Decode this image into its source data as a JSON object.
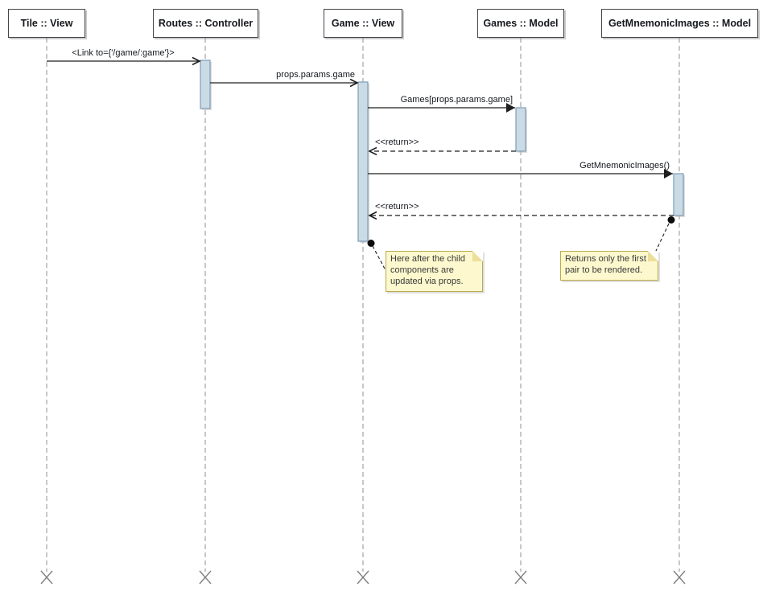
{
  "colors": {
    "activation-fill": "#cbdbe6",
    "activation-border": "#7e9cb4",
    "lifeline": "#9c9c9c",
    "message-line": "#1f1f1f",
    "note-fill": "#fdf8cd",
    "note-border": "#bcaa4c",
    "note-fold": "#ebdf9b",
    "box-border": "#43464b",
    "text": "#15181d",
    "cross": "#808080"
  },
  "participants": [
    {
      "label": "Tile :: View"
    },
    {
      "label": "Routes :: Controller"
    },
    {
      "label": "Game :: View"
    },
    {
      "label": "Games :: Model"
    },
    {
      "label": "GetMnemonicImages :: Model"
    }
  ],
  "messages": [
    {
      "label": "<Link to={'/game/:game'}>",
      "from": "Tile :: View",
      "to": "Routes :: Controller",
      "type": "call",
      "line": "solid",
      "arrowhead": "open"
    },
    {
      "label": "props.params.game",
      "from": "Routes :: Controller",
      "to": "Game :: View",
      "type": "call",
      "line": "solid",
      "arrowhead": "open"
    },
    {
      "label": "Games[props.params.game]",
      "from": "Game :: View",
      "to": "Games :: Model",
      "type": "call",
      "line": "solid",
      "arrowhead": "filled"
    },
    {
      "label": "<<return>>",
      "from": "Games :: Model",
      "to": "Game :: View",
      "type": "return",
      "line": "dashed",
      "arrowhead": "open"
    },
    {
      "label": "GetMnemonicImages()",
      "from": "Game :: View",
      "to": "GetMnemonicImages :: Model",
      "type": "call",
      "line": "solid",
      "arrowhead": "filled"
    },
    {
      "label": "<<return>>",
      "from": "GetMnemonicImages :: Model",
      "to": "Game :: View",
      "type": "return",
      "line": "dashed",
      "arrowhead": "open"
    }
  ],
  "notes": [
    {
      "text": "Here after the child components are updated via props.",
      "attached_to": "Game :: View"
    },
    {
      "text": "Returns only the first pair to be rendered.",
      "attached_to": "GetMnemonicImages :: Model"
    }
  ]
}
